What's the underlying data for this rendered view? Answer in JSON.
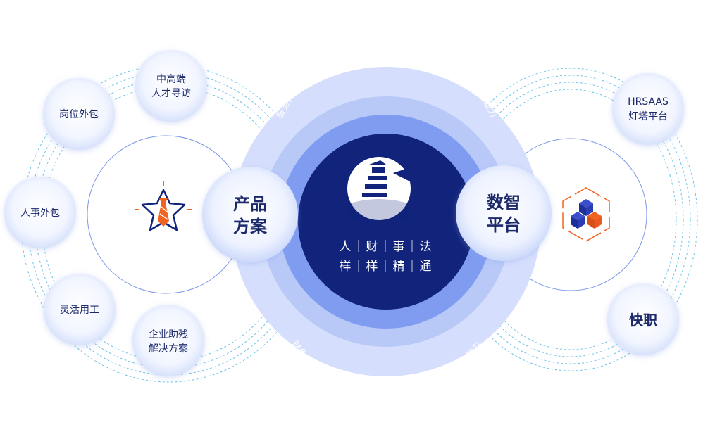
{
  "center": {
    "line1": "人｜财｜事｜法",
    "line2": "样｜样｜精｜通",
    "logo_icon": "lighthouse-icon"
  },
  "ring_texts": [
    "服务持续能力 … 客户服务能力 … 招聘配置能力 … 法务专业能力",
    "财务合规能力 … 全国一体化服务能力 … 技术应用能力"
  ],
  "left_hub": {
    "line1": "产品",
    "line2": "方案",
    "icon": "star-tie-icon"
  },
  "right_hub": {
    "line1": "数智",
    "line2": "平台",
    "icon": "hexagon-cubes-icon"
  },
  "left_nodes": [
    {
      "line1": "中高端",
      "line2": "人才寻访"
    },
    {
      "line1": "岗位外包",
      "line2": ""
    },
    {
      "line1": "人事外包",
      "line2": ""
    },
    {
      "line1": "灵活用工",
      "line2": ""
    },
    {
      "line1": "企业助残",
      "line2": "解决方案"
    }
  ],
  "right_nodes": [
    {
      "line1": "HRSAAS",
      "line2": "灯塔平台"
    },
    {
      "line1": "快职",
      "line2": ""
    }
  ],
  "colors": {
    "navy": "#11237a",
    "text": "#1c2a6b",
    "ring_blue": "#6c8ff0",
    "ring_light": "#c9d6fb",
    "dash_blue": "#3ab0e0",
    "orange": "#f26322"
  }
}
